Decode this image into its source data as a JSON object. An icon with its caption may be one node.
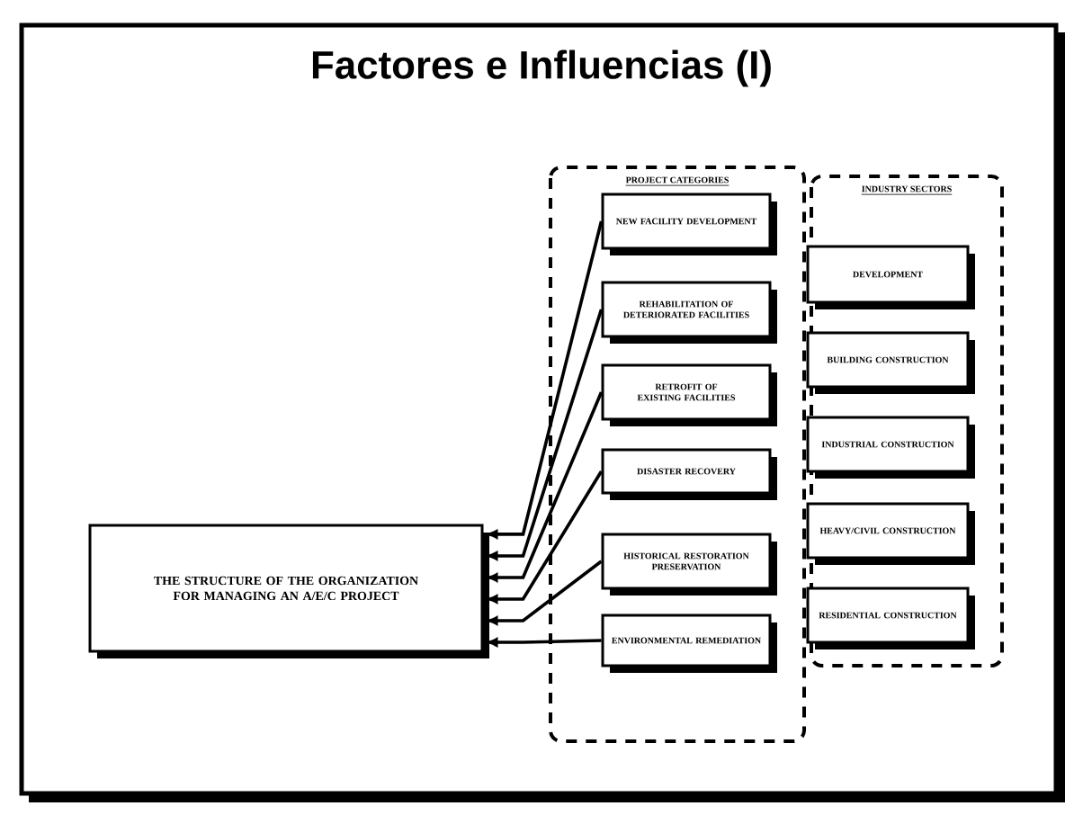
{
  "diagram": {
    "title": "Factores e Influencias (I)",
    "nodes": [
      {
        "text": [
          "THE STRUCTURE OF THE ORGANIZATION FOR MANAGING AN A/E/C PROJECT"
        ]
      },
      {
        "text": [
          "PROJECT CATEGORIES"
        ]
      },
      {
        "text": [
          "NEW FACILITY DEVELOPMENT"
        ],
        "in": 1
      },
      {
        "text": [
          "REHABILITATION OF DETERIORATED FACILITIES"
        ],
        "in": 1
      },
      {
        "text": [
          "RETROFIT OF EXISTING FACILITIES"
        ],
        "in": 1
      },
      {
        "text": [
          "DISASTER RECOVERY"
        ],
        "in": 1
      },
      {
        "text": [
          "HISTORICAL RESTORATION PRESERVATION"
        ],
        "in": 1
      },
      {
        "text": [
          "ENVIRONMENTAL REMEDIATION"
        ],
        "in": 1
      },
      {
        "text": [
          "INDUSTRY SECTORS"
        ]
      },
      {
        "text": [
          "DEVELOPMENT"
        ],
        "in": 8
      },
      {
        "text": [
          "BUILDING CONSTRUCTION"
        ],
        "in": 8
      },
      {
        "text": [
          "INDUSTRIAL CONSTRUCTION"
        ],
        "in": 8
      },
      {
        "text": [
          "HEAVY/CIVIL CONSTRUCTION"
        ],
        "in": 8
      },
      {
        "text": [
          "RESIDENTIAL CONSTRUCTION"
        ],
        "in": 8
      }
    ],
    "edges": [
      {
        "from": 2,
        "to": 0,
        "arrow": "to"
      },
      {
        "from": 3,
        "to": 0,
        "arrow": "to"
      },
      {
        "from": 4,
        "to": 0,
        "arrow": "to"
      },
      {
        "from": 5,
        "to": 0,
        "arrow": "to"
      },
      {
        "from": 6,
        "to": 0,
        "arrow": "to"
      },
      {
        "from": 7,
        "to": 0,
        "arrow": "to"
      }
    ]
  }
}
